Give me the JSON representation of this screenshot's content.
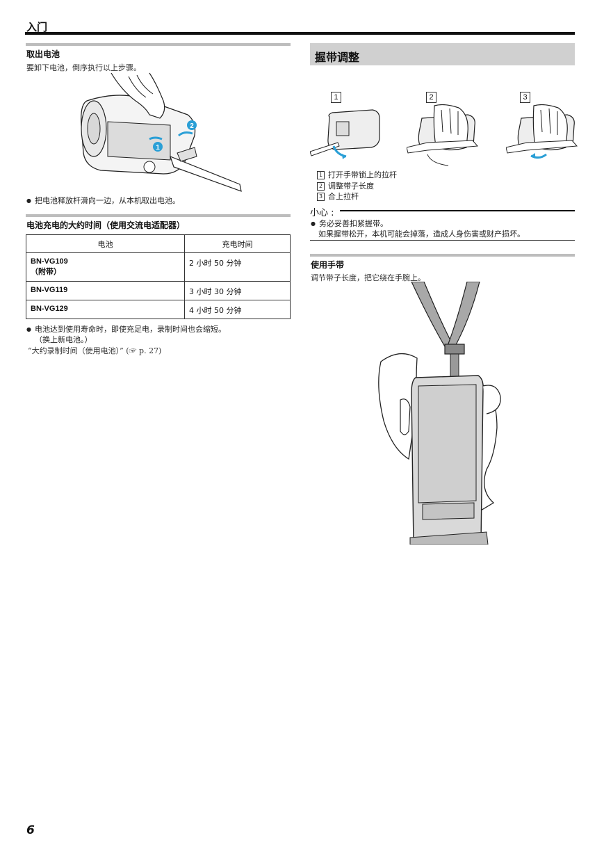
{
  "header": {
    "title": "入门"
  },
  "remove_battery": {
    "title": "取出电池",
    "desc": "要卸下电池，倒序执行以上步骤。",
    "bullet": "把电池释放杆滑向一边，从本机取出电池。",
    "callouts": [
      "1",
      "2"
    ]
  },
  "charge_time": {
    "title": "电池充电的大约时间（使用交流电适配器）",
    "columns": [
      "电池",
      "充电时间"
    ],
    "rows": [
      {
        "battery": "BN-VG109",
        "note": "（附带）",
        "time": "2 小时 50 分钟"
      },
      {
        "battery": "BN-VG119",
        "note": "",
        "time": "3 小时 30 分钟"
      },
      {
        "battery": "BN-VG129",
        "note": "",
        "time": "4 小时 50 分钟"
      }
    ],
    "bullet_line1": "电池达到使用寿命时，即使充足电，录制时间也会缩短。",
    "bullet_line2": "（换上新电池。）",
    "reference": "“大约录制时间（使用电池）” (☞ p. 27)"
  },
  "grip_adjust": {
    "title": "握带调整",
    "steps": [
      {
        "num": "1",
        "text": "打开手带锁上的拉杆"
      },
      {
        "num": "2",
        "text": "调整带子长度"
      },
      {
        "num": "3",
        "text": "合上拉杆"
      }
    ]
  },
  "caution": {
    "label": "小心 :",
    "bullet": "务必妥善扣紧握带。",
    "detail": "如果握带松开，本机可能会掉落，造成人身伤害或财产损坏。"
  },
  "hand_strap": {
    "title": "使用手带",
    "desc": "调节带子长度，把它绕在手腕上。"
  },
  "footer": {
    "page_number": "6"
  },
  "colors": {
    "accent_callout": "#2a9fd6",
    "rule_grey": "#bdbdbd",
    "title_bar": "#d0d0d0"
  }
}
